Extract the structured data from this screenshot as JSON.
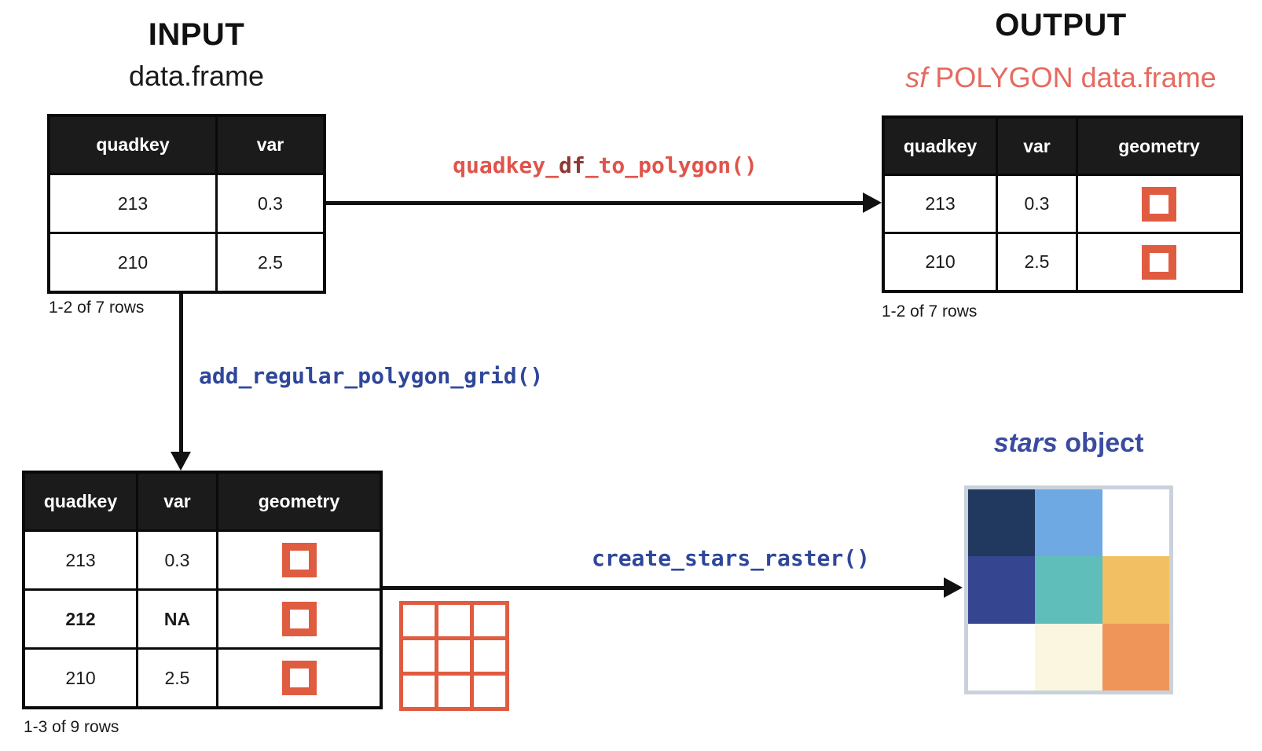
{
  "input": {
    "title": "INPUT",
    "subtitle": "data.frame",
    "caption": "1-2 of 7 rows",
    "table": {
      "headers": [
        "quadkey",
        "var"
      ],
      "rows": [
        {
          "cells": [
            "213",
            "0.3"
          ]
        },
        {
          "cells": [
            "210",
            "2.5"
          ]
        }
      ],
      "has_geometry_icons": false
    }
  },
  "output": {
    "title": "OUTPUT",
    "subtitle": {
      "italic": "sf",
      "rest": " POLYGON data.frame"
    },
    "caption": "1-2 of 7 rows",
    "table": {
      "headers": [
        "quadkey",
        "var",
        "geometry"
      ],
      "rows": [
        {
          "cells": [
            "213",
            "0.3"
          ]
        },
        {
          "cells": [
            "210",
            "2.5"
          ]
        }
      ],
      "has_geometry_icons": true
    }
  },
  "intermediate": {
    "caption": "1-3 of 9 rows",
    "table": {
      "headers": [
        "quadkey",
        "var",
        "geometry"
      ],
      "rows": [
        {
          "cells": [
            "213",
            "0.3"
          ]
        },
        {
          "cells": [
            "212",
            "NA"
          ],
          "bold": true
        },
        {
          "cells": [
            "210",
            "2.5"
          ]
        }
      ],
      "has_geometry_icons": true
    }
  },
  "functions": {
    "quadkey_df_to_polygon": {
      "pre": "quadkey_",
      "highlight": "df",
      "post": "_to_polygon()"
    },
    "add_regular_polygon_grid": "add_regular_polygon_grid()",
    "create_stars_raster": "create_stars_raster()"
  },
  "stars": {
    "title": {
      "italic": "stars",
      "rest": " object"
    },
    "raster_cells": [
      [
        "#21395e",
        "#6fa9e3",
        "#ffffff"
      ],
      [
        "#36458f",
        "#5fbdba",
        "#f3bf63"
      ],
      [
        "#ffffff",
        "#faf6df",
        "#f0955a"
      ]
    ]
  },
  "colors": {
    "function_red": "#e0544b",
    "function_red_dark": "#8f3732",
    "function_blue": "#2f479a",
    "subtitle_salmon": "#e66a60",
    "stars_title_blue": "#3a4ca0",
    "polygon_icon_orange": "#e05c40"
  }
}
